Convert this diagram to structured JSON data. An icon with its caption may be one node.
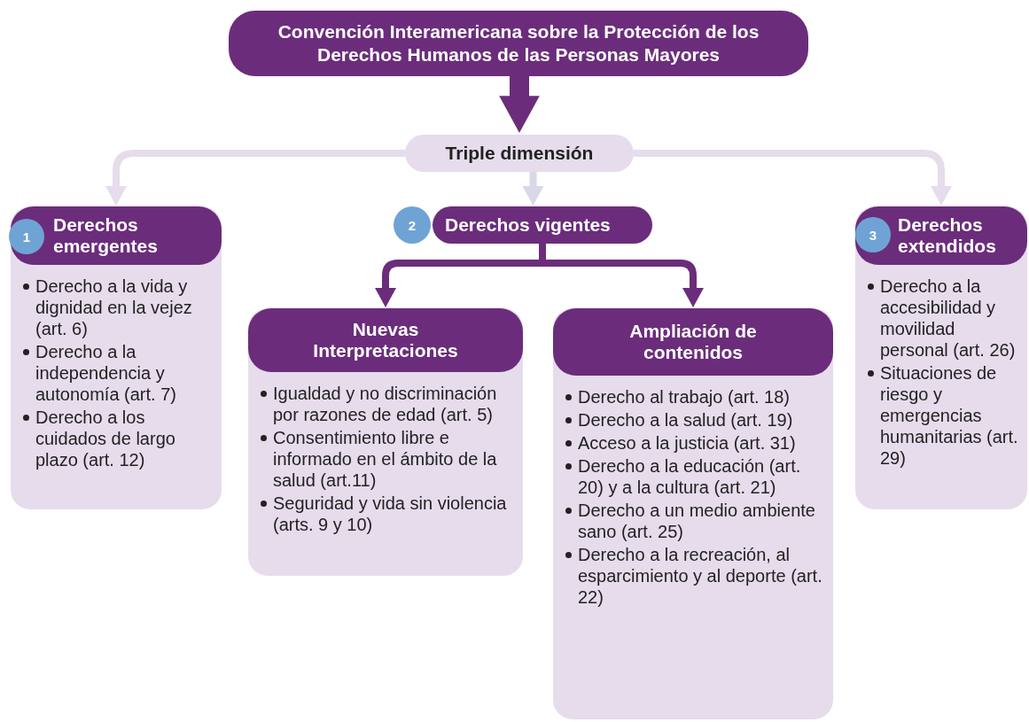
{
  "diagram": {
    "nodes": [
      {
        "text": [
          "Convención Interamericana sobre la Protección de los Derechos Humanos de las Personas Mayores"
        ]
      },
      {
        "text": [
          "Triple dimensión"
        ]
      },
      {
        "text": [
          "Derechos emergentes",
          "Derecho a la vida y dignidad en la vejez (art. 6)",
          "Derecho a la independencia y autonomía (art. 7)",
          "Derecho a los cuidados de largo plazo (art. 12)"
        ]
      },
      {
        "text": [
          "1"
        ],
        "in": 2
      },
      {
        "text": [
          "Derechos vigentes"
        ]
      },
      {
        "text": [
          "2"
        ]
      },
      {
        "text": [
          "Nuevas Interpretaciones",
          "Igualdad y no discriminación por razones de edad (art. 5)",
          "Consentimiento libre e informado en el ámbito de la salud (art.11)",
          "Seguridad y vida sin violencia (arts. 9 y 10)"
        ]
      },
      {
        "text": [
          "Ampliación de contenidos",
          "Derecho al trabajo (art. 18)",
          "Derecho a la salud (art. 19)",
          "Acceso a la justicia (art. 31)",
          "Derecho a la educación (art. 20) y a la cultura (art. 21)",
          "Derecho a un medio ambiente sano (art. 25)",
          "Derecho a la recreación, al esparcimiento y al deporte (art. 22)"
        ]
      },
      {
        "text": [
          "Derechos extendidos",
          "Derecho a la accesibilidad y movilidad personal (art. 26)",
          "Situaciones de riesgo y emergencias humanitarias (art. 29)"
        ]
      },
      {
        "text": [
          "3"
        ],
        "in": 8
      }
    ],
    "edges": [
      {
        "from": 0,
        "to": 1,
        "arrow": "to",
        "style": "thick",
        "color": "#6b2d7b"
      },
      {
        "from": 1,
        "to": 2,
        "arrow": "to",
        "color": "#e6dcec"
      },
      {
        "from": 1,
        "to": 4,
        "arrow": "to",
        "color": "#d8d8e8"
      },
      {
        "from": 1,
        "to": 8,
        "arrow": "to",
        "color": "#e6dcec"
      },
      {
        "from": 4,
        "to": 6,
        "arrow": "to",
        "color": "#6b2d7b"
      },
      {
        "from": 4,
        "to": 7,
        "arrow": "to",
        "color": "#6b2d7b"
      }
    ]
  }
}
